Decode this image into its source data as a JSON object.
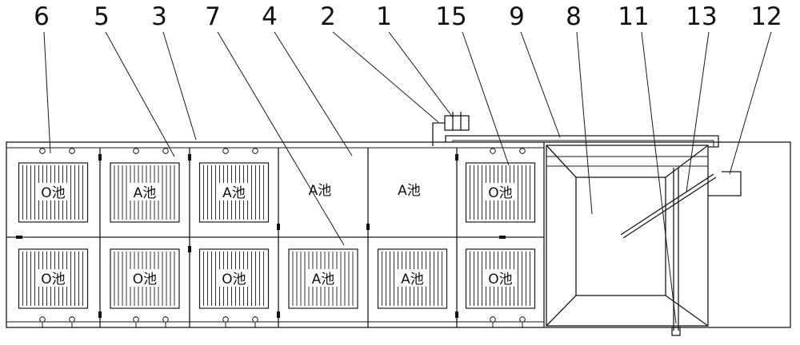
{
  "callouts": [
    "6",
    "5",
    "3",
    "7",
    "4",
    "2",
    "1",
    "15",
    "9",
    "8",
    "11",
    "13",
    "12"
  ],
  "cells": {
    "top": [
      "O池",
      "A池",
      "A池",
      "A池",
      "A池",
      "O池"
    ],
    "bottom": [
      "O池",
      "O池",
      "O池",
      "A池",
      "A池",
      "O池"
    ]
  }
}
